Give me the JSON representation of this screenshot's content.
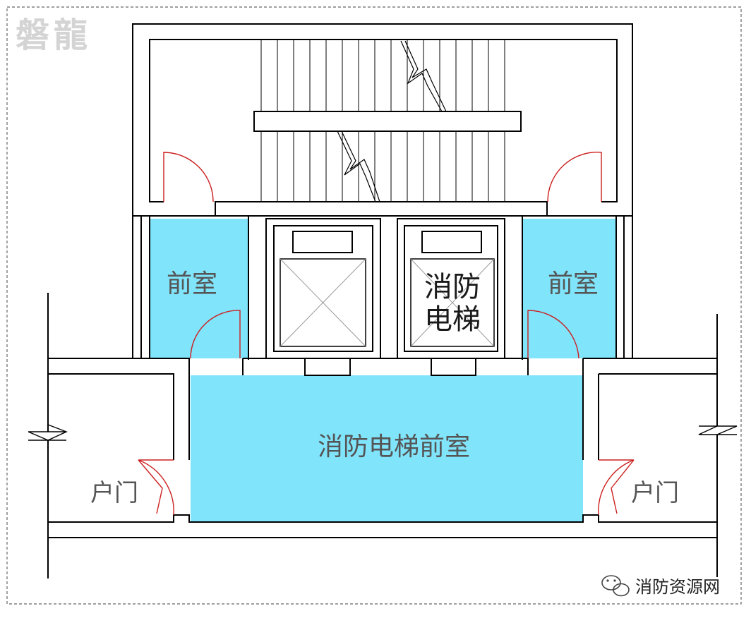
{
  "watermark": "磐龍",
  "labels": {
    "left_anteroom": "前室",
    "right_anteroom": "前室",
    "fire_elevator_line1": "消防",
    "fire_elevator_line2": "电梯",
    "fire_elevator_anteroom": "消防电梯前室",
    "left_unit_door": "户门",
    "right_unit_door": "户门"
  },
  "credit": {
    "text": "消防资源网",
    "icon": "wechat-icon"
  },
  "colors": {
    "anteroom_fill": "#80e4fb",
    "wall": "#000000",
    "door_swing": "#cc1f1f",
    "dashed_border": "#666666"
  }
}
